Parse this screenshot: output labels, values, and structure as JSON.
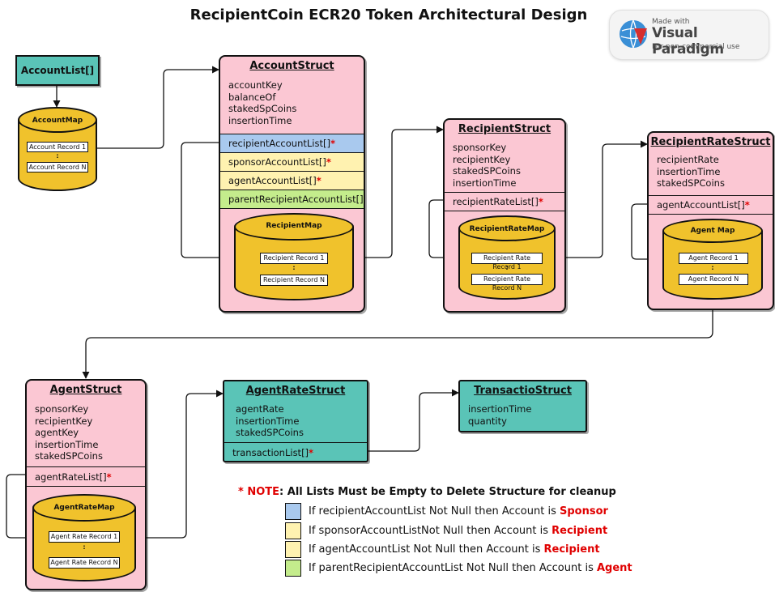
{
  "title": "RecipientCoin ECR20 Token  Architectural Design",
  "badge": {
    "made_with": "Made with",
    "name": "Visual Paradigm",
    "sub": "For non-commercial use"
  },
  "account_list": "AccountList[]",
  "account_map": {
    "label": "AccountMap",
    "rec1": "Account Record 1",
    "recN": "Account Record N",
    "dots": ":"
  },
  "account_struct": {
    "title": "AccountStruct",
    "fields": [
      "accountKey",
      "balanceOf",
      "stakedSpCoins",
      "insertionTime"
    ],
    "lists": [
      "recipientAccountList[]",
      "sponsorAccountList[]",
      "agentAccountList[]",
      "parentRecipientAccountList[]"
    ],
    "star": "*",
    "map": {
      "label": "RecipientMap",
      "rec1": "Recipient Record 1",
      "recN": "Recipient Record N",
      "dots": ":"
    }
  },
  "recipient_struct": {
    "title": "RecipientStruct",
    "fields": [
      "sponsorKey",
      "recipientKey",
      "stakedSPCoins",
      "insertionTime"
    ],
    "list": "recipientRateList[]",
    "map": {
      "label": "RecipientRateMap",
      "rec1": "Recipient Rate Record 1",
      "recN": "Recipient Rate Record N",
      "dots": ":"
    }
  },
  "recipient_rate_struct": {
    "title": "RecipientRateStruct",
    "fields": [
      "recipientRate",
      "insertionTime",
      "stakedSPCoins"
    ],
    "list": "agentAccountList[]",
    "map": {
      "label": "Agent Map",
      "rec1": "Agent Record 1",
      "recN": "Agent Record N",
      "dots": ":"
    }
  },
  "agent_struct": {
    "title": "AgentStruct",
    "fields": [
      "sponsorKey",
      "recipientKey",
      "agentKey",
      "insertionTime",
      "stakedSPCoins"
    ],
    "list": "agentRateList[]",
    "map": {
      "label": "AgentRateMap",
      "rec1": "Agent Rate Record 1",
      "recN": "Agent Rate Record N",
      "dots": ":"
    }
  },
  "agent_rate_struct": {
    "title": "AgentRateStruct",
    "fields": [
      "agentRate",
      "insertionTime",
      "stakedSPCoins"
    ],
    "list": "transactionList[]"
  },
  "transaction_struct": {
    "title": "TransactioStruct",
    "fields": [
      "insertionTime",
      "quantity"
    ]
  },
  "note": {
    "star": "*",
    "key": "NOTE",
    "text": ": All Lists Must be Empty to Delete Structure for cleanup"
  },
  "legend": [
    {
      "color": "#a9c9ee",
      "text": "If recipientAccountList Not Null then Account is ",
      "role": "Sponsor"
    },
    {
      "color": "#fff2b0",
      "text": "If sponsorAccountListNot Null then Account is ",
      "role": "Recipient"
    },
    {
      "color": "#fff2b0",
      "text": "If agentAccountList Not Null then Account is ",
      "role": "Recipient"
    },
    {
      "color": "#c4ec8c",
      "text": "If parentRecipientAccountList Not Null then Account is ",
      "role": "Agent"
    }
  ],
  "colors": {
    "pink": "#fbc7d3",
    "teal": "#5ac4b7",
    "cylinder": "#f0c22c",
    "star": "#e00000"
  }
}
